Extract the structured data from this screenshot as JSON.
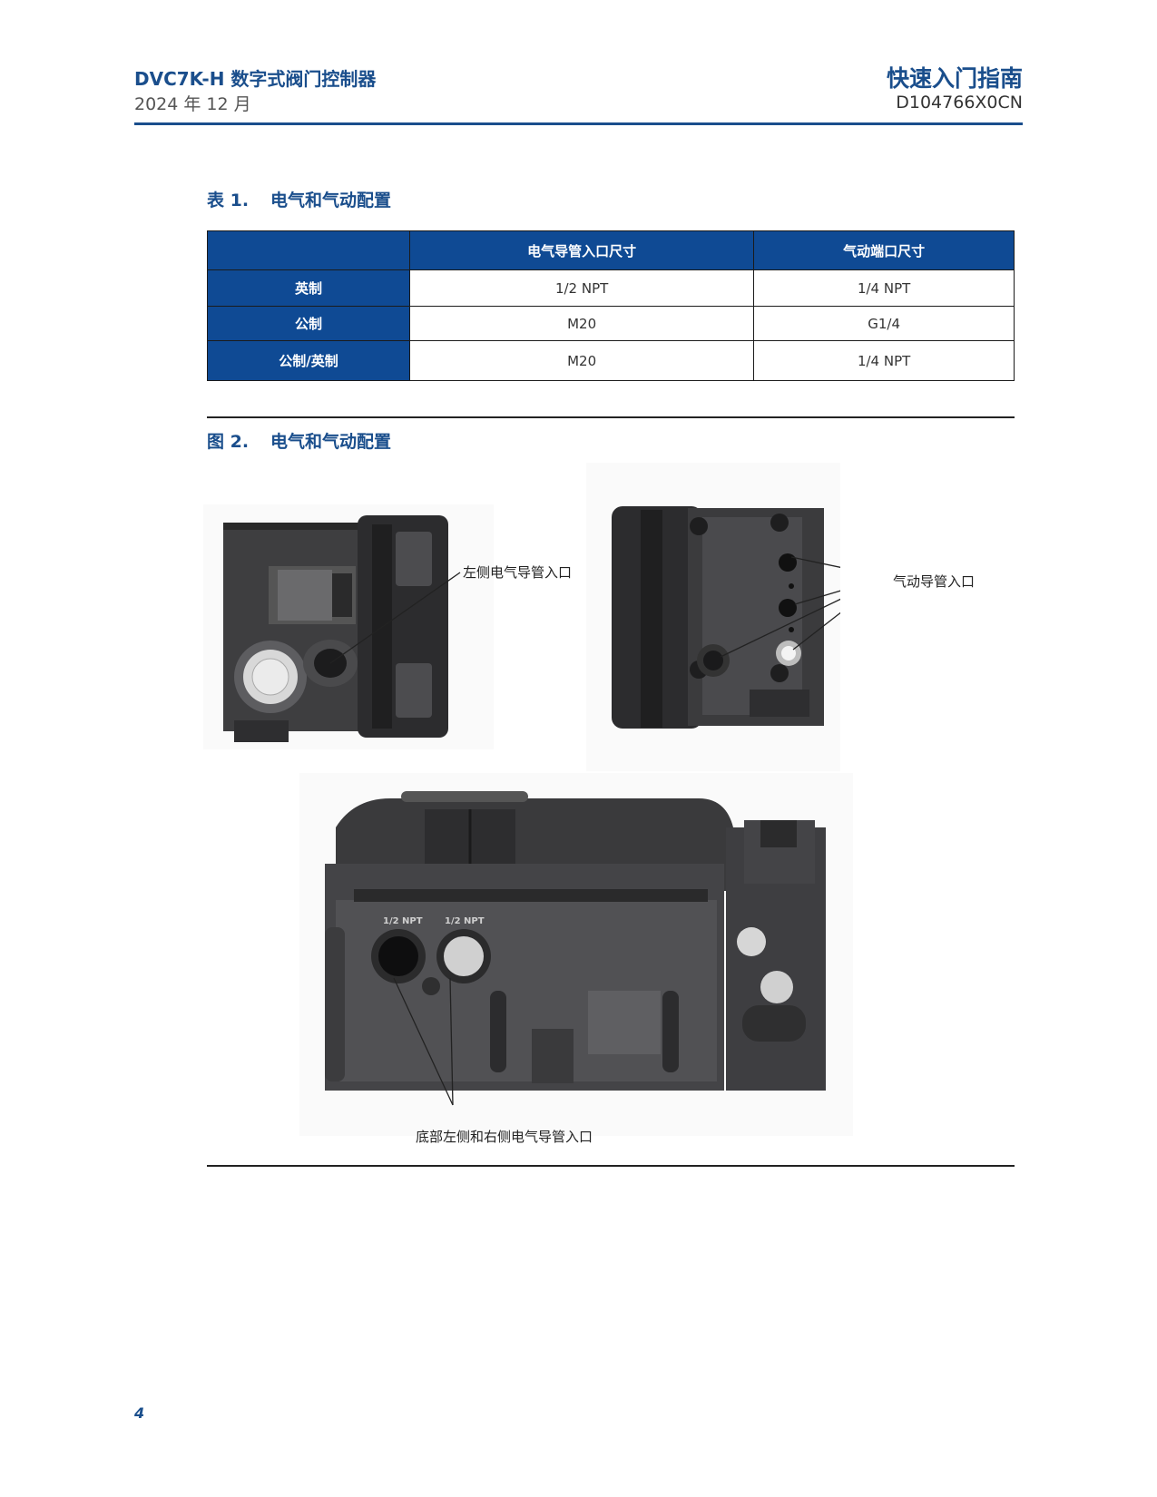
{
  "header": {
    "product_title": "DVC7K-H 数字式阀门控制器",
    "date": "2024 年 12 月",
    "guide_title": "快速入门指南",
    "doc_number": "D104766X0CN"
  },
  "table1": {
    "caption_number": "表 1.",
    "caption_text": "电气和气动配置",
    "columns": [
      "",
      "电气导管入口尺寸",
      "气动端口尺寸"
    ],
    "rows": [
      {
        "label": "英制",
        "conduit": "1/2 NPT",
        "pneumatic": "1/4 NPT"
      },
      {
        "label": "公制",
        "conduit": "M20",
        "pneumatic": "G1/4"
      },
      {
        "label": "公制/英制",
        "conduit": "M20",
        "pneumatic": "1/4 NPT"
      }
    ]
  },
  "figure2": {
    "caption_number": "图 2.",
    "caption_text": "电气和气动配置",
    "callout_left": "左侧电气导管入口",
    "callout_right": "气动导管入口",
    "callout_bottom": "底部左侧和右侧电气导管入口",
    "port_label_1": "1/2 NPT",
    "port_label_2": "1/2 NPT"
  },
  "footer": {
    "page_number": "4"
  }
}
